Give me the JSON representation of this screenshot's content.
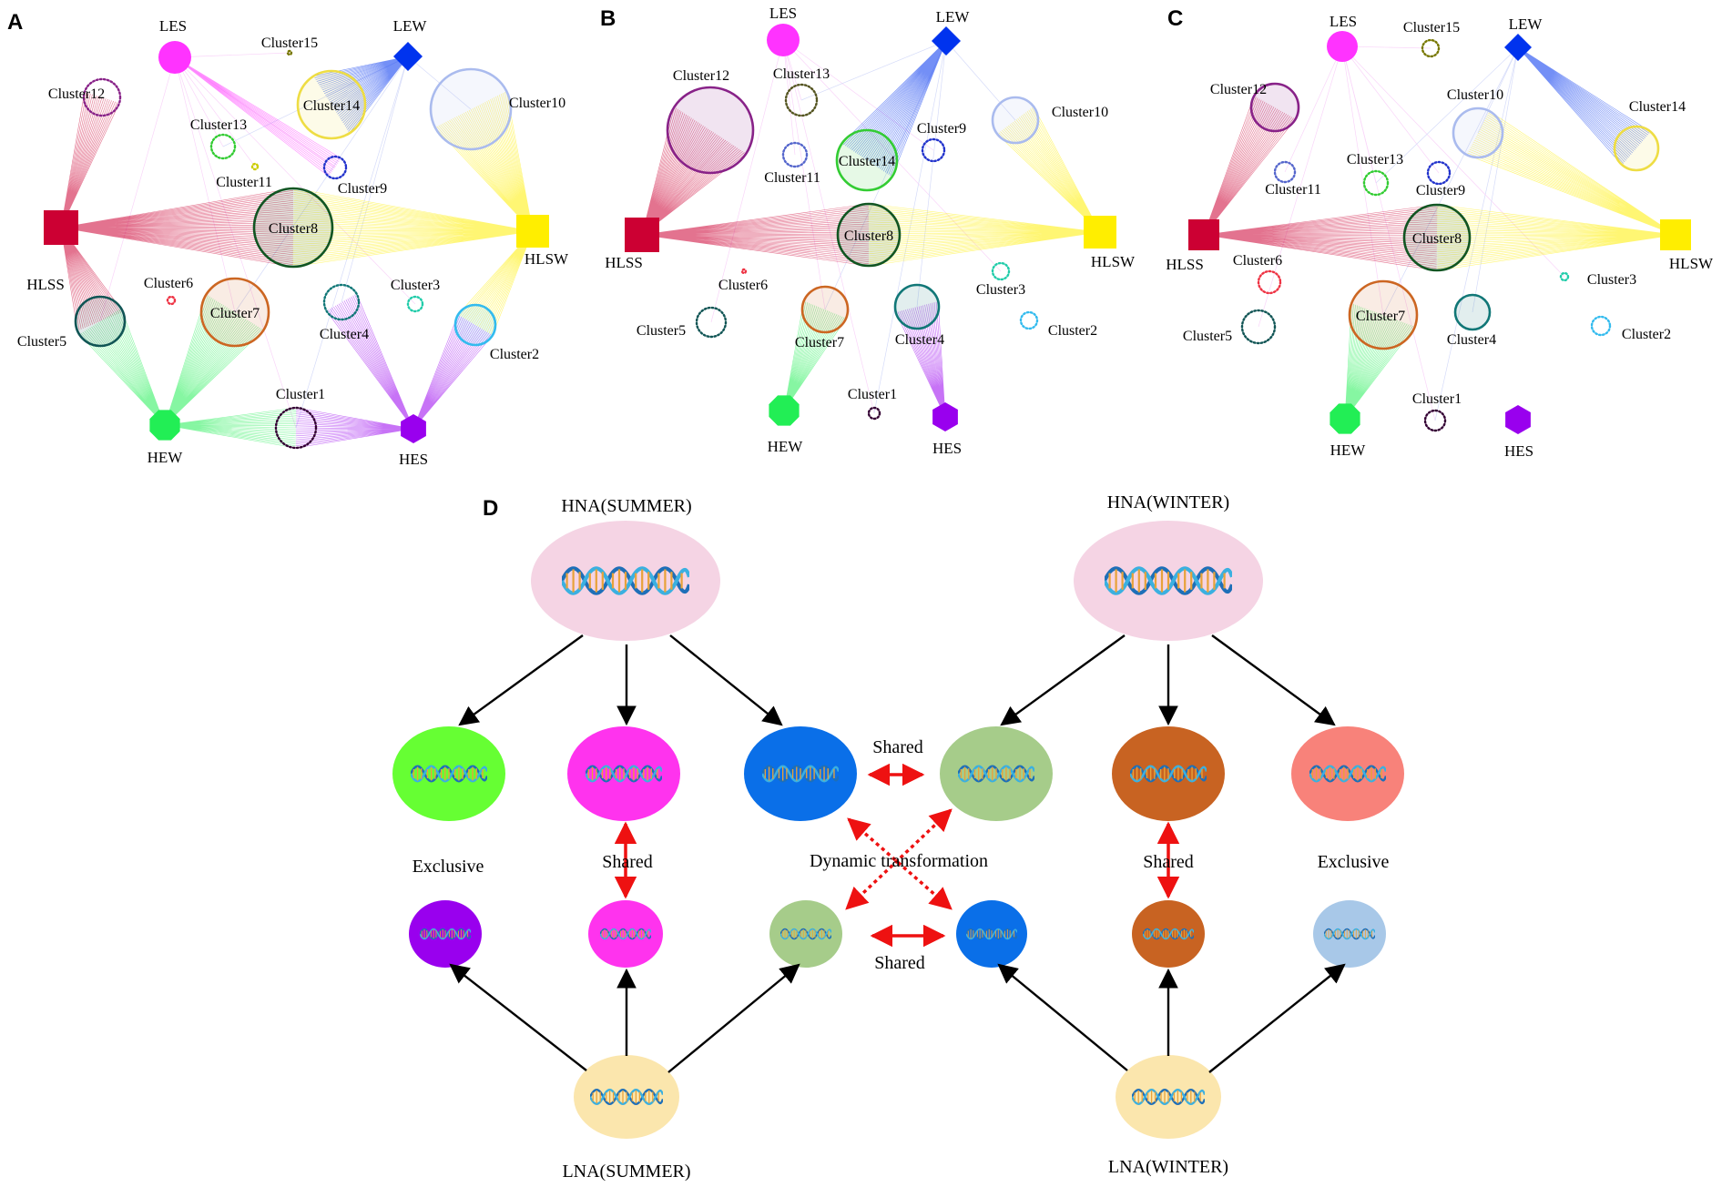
{
  "panels": [
    {
      "letter": "A",
      "nodes": [
        {
          "id": "LES",
          "label": "LES",
          "shape": "circle",
          "color": "#ff33ff"
        },
        {
          "id": "LEW",
          "label": "LEW",
          "shape": "diamond",
          "color": "#0033ee"
        },
        {
          "id": "HLSS",
          "label": "HLSS",
          "shape": "square",
          "color": "#cc0033"
        },
        {
          "id": "HLSW",
          "label": "HLSW",
          "shape": "square",
          "color": "#ffee00"
        },
        {
          "id": "HEW",
          "label": "HEW",
          "shape": "octagon",
          "color": "#22ee55"
        },
        {
          "id": "HES",
          "label": "HES",
          "shape": "hexagon",
          "color": "#9900ee"
        }
      ],
      "clusters": [
        {
          "label": "Cluster1",
          "color": "#330033",
          "dotted": true,
          "links": [
            "HEW",
            "HES"
          ]
        },
        {
          "label": "Cluster2",
          "color": "#33bbee",
          "dotted": false,
          "links": [
            "HES",
            "HLSW"
          ]
        },
        {
          "label": "Cluster3",
          "color": "#22ccaa",
          "dotted": true,
          "links": []
        },
        {
          "label": "Cluster4",
          "color": "#117777",
          "dotted": true,
          "links": [
            "HES"
          ]
        },
        {
          "label": "Cluster5",
          "color": "#115555",
          "dotted": false,
          "links": [
            "HLSS",
            "HEW"
          ]
        },
        {
          "label": "Cluster6",
          "color": "#ee3344",
          "dotted": true,
          "links": []
        },
        {
          "label": "Cluster7",
          "color": "#cc6622",
          "dotted": false,
          "links": [
            "HEW"
          ]
        },
        {
          "label": "Cluster8",
          "color": "#115522",
          "dotted": false,
          "links": [
            "HLSS",
            "HLSW"
          ]
        },
        {
          "label": "Cluster9",
          "color": "#2233cc",
          "dotted": true,
          "links": [
            "LES"
          ]
        },
        {
          "label": "Cluster10",
          "color": "#aabbee",
          "dotted": false,
          "links": [
            "HLSW"
          ]
        },
        {
          "label": "Cluster11",
          "color": "#cccc00",
          "dotted": true,
          "links": []
        },
        {
          "label": "Cluster12",
          "color": "#882288",
          "dotted": true,
          "links": [
            "HLSS"
          ]
        },
        {
          "label": "Cluster13",
          "color": "#33cc33",
          "dotted": true,
          "links": []
        },
        {
          "label": "Cluster14",
          "color": "#eedd44",
          "dotted": false,
          "links": [
            "LEW"
          ]
        },
        {
          "label": "Cluster15",
          "color": "#777700",
          "dotted": true,
          "links": []
        }
      ]
    },
    {
      "letter": "B",
      "nodes": [
        {
          "id": "LES",
          "label": "LES",
          "shape": "circle",
          "color": "#ff33ff"
        },
        {
          "id": "LEW",
          "label": "LEW",
          "shape": "diamond",
          "color": "#0033ee"
        },
        {
          "id": "HLSS",
          "label": "HLSS",
          "shape": "square",
          "color": "#cc0033"
        },
        {
          "id": "HLSW",
          "label": "HLSW",
          "shape": "square",
          "color": "#ffee00"
        },
        {
          "id": "HEW",
          "label": "HEW",
          "shape": "octagon",
          "color": "#22ee55"
        },
        {
          "id": "HES",
          "label": "HES",
          "shape": "hexagon",
          "color": "#9900ee"
        }
      ],
      "clusters": [
        {
          "label": "Cluster1",
          "color": "#330033",
          "dotted": true,
          "links": []
        },
        {
          "label": "Cluster2",
          "color": "#33bbee",
          "dotted": true,
          "links": []
        },
        {
          "label": "Cluster3",
          "color": "#22ccaa",
          "dotted": true,
          "links": []
        },
        {
          "label": "Cluster4",
          "color": "#117777",
          "dotted": false,
          "links": [
            "HES"
          ]
        },
        {
          "label": "Cluster5",
          "color": "#115555",
          "dotted": true,
          "links": []
        },
        {
          "label": "Cluster6",
          "color": "#ee3344",
          "dotted": true,
          "links": []
        },
        {
          "label": "Cluster7",
          "color": "#cc6622",
          "dotted": false,
          "links": [
            "HEW"
          ]
        },
        {
          "label": "Cluster8",
          "color": "#115522",
          "dotted": false,
          "links": [
            "HLSS",
            "HLSW"
          ]
        },
        {
          "label": "Cluster9",
          "color": "#2233cc",
          "dotted": true,
          "links": []
        },
        {
          "label": "Cluster10",
          "color": "#aabbee",
          "dotted": false,
          "links": [
            "HLSW"
          ]
        },
        {
          "label": "Cluster11",
          "color": "#5566cc",
          "dotted": true,
          "links": []
        },
        {
          "label": "Cluster12",
          "color": "#882288",
          "dotted": false,
          "links": [
            "HLSS"
          ]
        },
        {
          "label": "Cluster13",
          "color": "#555522",
          "dotted": true,
          "links": []
        },
        {
          "label": "Cluster14",
          "color": "#33cc33",
          "dotted": false,
          "links": [
            "LEW"
          ]
        }
      ]
    },
    {
      "letter": "C",
      "nodes": [
        {
          "id": "LES",
          "label": "LES",
          "shape": "circle",
          "color": "#ff33ff"
        },
        {
          "id": "LEW",
          "label": "LEW",
          "shape": "diamond",
          "color": "#0033ee"
        },
        {
          "id": "HLSS",
          "label": "HLSS",
          "shape": "square",
          "color": "#cc0033"
        },
        {
          "id": "HLSW",
          "label": "HLSW",
          "shape": "square",
          "color": "#ffee00"
        },
        {
          "id": "HEW",
          "label": "HEW",
          "shape": "octagon",
          "color": "#22ee55"
        },
        {
          "id": "HES",
          "label": "HES",
          "shape": "hexagon",
          "color": "#9900ee"
        }
      ],
      "clusters": [
        {
          "label": "Cluster1",
          "color": "#330033",
          "dotted": true,
          "links": []
        },
        {
          "label": "Cluster2",
          "color": "#33bbee",
          "dotted": true,
          "links": []
        },
        {
          "label": "Cluster3",
          "color": "#22ccaa",
          "dotted": true,
          "links": []
        },
        {
          "label": "Cluster4",
          "color": "#117777",
          "dotted": false,
          "links": []
        },
        {
          "label": "Cluster5",
          "color": "#115555",
          "dotted": true,
          "links": []
        },
        {
          "label": "Cluster6",
          "color": "#ee3344",
          "dotted": true,
          "links": []
        },
        {
          "label": "Cluster7",
          "color": "#cc6622",
          "dotted": false,
          "links": [
            "HEW"
          ]
        },
        {
          "label": "Cluster8",
          "color": "#115522",
          "dotted": false,
          "links": [
            "HLSS",
            "HLSW"
          ]
        },
        {
          "label": "Cluster9",
          "color": "#2233cc",
          "dotted": true,
          "links": []
        },
        {
          "label": "Cluster10",
          "color": "#aabbee",
          "dotted": false,
          "links": [
            "HLSW"
          ]
        },
        {
          "label": "Cluster11",
          "color": "#5566cc",
          "dotted": true,
          "links": []
        },
        {
          "label": "Cluster12",
          "color": "#882288",
          "dotted": false,
          "links": [
            "HLSS"
          ]
        },
        {
          "label": "Cluster13",
          "color": "#33cc33",
          "dotted": true,
          "links": []
        },
        {
          "label": "Cluster14",
          "color": "#eedd44",
          "dotted": false,
          "links": [
            "LEW"
          ]
        },
        {
          "label": "Cluster15",
          "color": "#777700",
          "dotted": true,
          "links": []
        }
      ]
    }
  ],
  "panel_d": {
    "letter": "D",
    "hna_summer": {
      "label": "HNA(SUMMER)",
      "color": "#f5d4e4"
    },
    "hna_winter": {
      "label": "HNA(WINTER)",
      "color": "#f5d4e4"
    },
    "lna_summer": {
      "label": "LNA(SUMMER)",
      "color": "#fbe6ad"
    },
    "lna_winter": {
      "label": "LNA(WINTER)",
      "color": "#fbe6ad"
    },
    "upper_row": [
      {
        "name": "hna-summer-exclusive",
        "color": "#66ff33"
      },
      {
        "name": "hna-summer-shared",
        "color": "#ff33ee"
      },
      {
        "name": "hna-summer-transform",
        "color": "#0a6fe8"
      },
      {
        "name": "hna-winter-transform",
        "color": "#a6cc8a"
      },
      {
        "name": "hna-winter-shared",
        "color": "#c86322"
      },
      {
        "name": "hna-winter-exclusive",
        "color": "#f8827a"
      }
    ],
    "lower_row": [
      {
        "name": "lna-summer-exclusive",
        "color": "#9900ee"
      },
      {
        "name": "lna-summer-shared",
        "color": "#ff33ee"
      },
      {
        "name": "lna-summer-transform",
        "color": "#a6cc8a"
      },
      {
        "name": "lna-winter-transform",
        "color": "#0a6fe8"
      },
      {
        "name": "lna-winter-shared",
        "color": "#c86322"
      },
      {
        "name": "lna-winter-exclusive",
        "color": "#a8c8e8"
      }
    ],
    "labels": {
      "exclusive_left": "Exclusive",
      "shared_left": "Shared",
      "dynamic": "Dynamic transformation",
      "shared_right": "Shared",
      "exclusive_right": "Exclusive",
      "shared_top": "Shared",
      "shared_bottom": "Shared"
    },
    "arrow_color": "#ee1111"
  }
}
